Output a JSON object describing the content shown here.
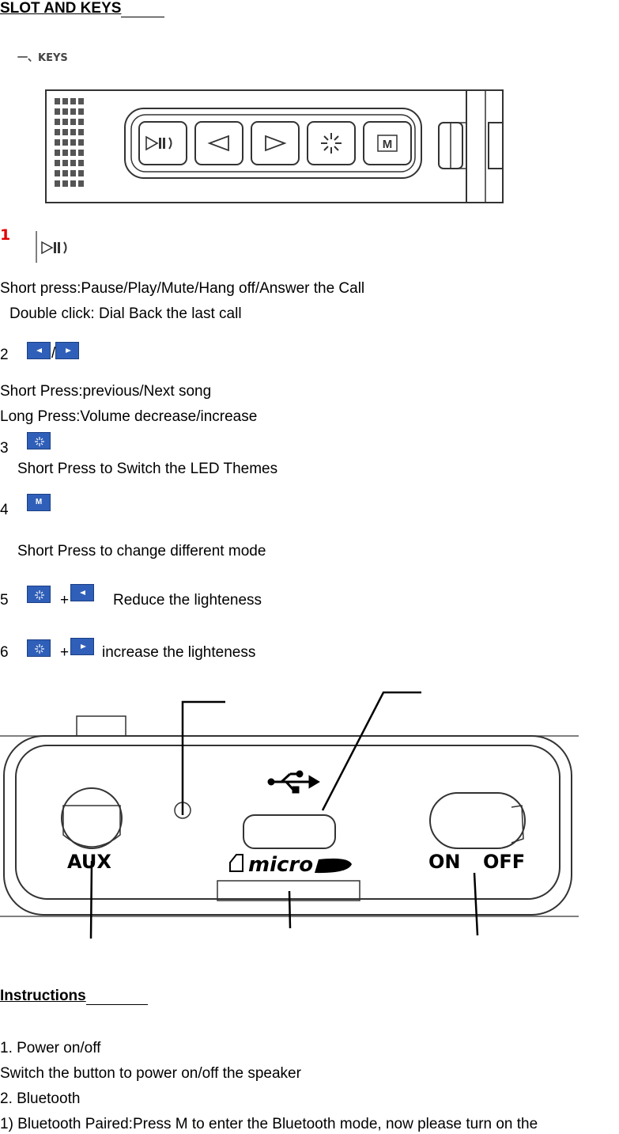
{
  "header": {
    "title": "SLOT AND KEYS"
  },
  "keys_figure": {
    "caption": "一、KEYS",
    "button_m_label": "M"
  },
  "items": [
    {
      "num": "1",
      "lines": [
        "Short press:Pause/Play/Mute/Hang off/Answer the Call",
        "Double click: Dial Back the last call"
      ],
      "icon": "play-pause-icon"
    },
    {
      "num": "2",
      "sep": "/",
      "lines": [
        "Short Press:previous/Next song",
        "Long Press:Volume decrease/increase"
      ],
      "icons": [
        "previous-icon",
        "next-icon"
      ]
    },
    {
      "num": "3",
      "lines": [
        "Short Press to Switch the LED Themes"
      ],
      "icon": "led-icon"
    },
    {
      "num": "4",
      "lines": [
        "Short Press to change different mode"
      ],
      "icon": "mode-m-icon",
      "icon_label": "M"
    },
    {
      "num": "5",
      "plus": "+",
      "text": "Reduce the lighteness"
    },
    {
      "num": "6",
      "plus": "+",
      "text": "increase the lighteness"
    }
  ],
  "slot_figure": {
    "aux_label": "AUX",
    "micro_label": "micro",
    "on_label": "ON",
    "off_label": "OFF"
  },
  "instructions": {
    "title": "Instructions",
    "lines": [
      "1. Power on/off",
      "Switch the button to power on/off the speaker",
      "2.   Bluetooth",
      "1) Bluetooth Paired:Press M to enter the Bluetooth mode, now please turn on the"
    ]
  },
  "colors": {
    "accent_blue": "#2f5fb8",
    "number_red": "#e00000"
  }
}
